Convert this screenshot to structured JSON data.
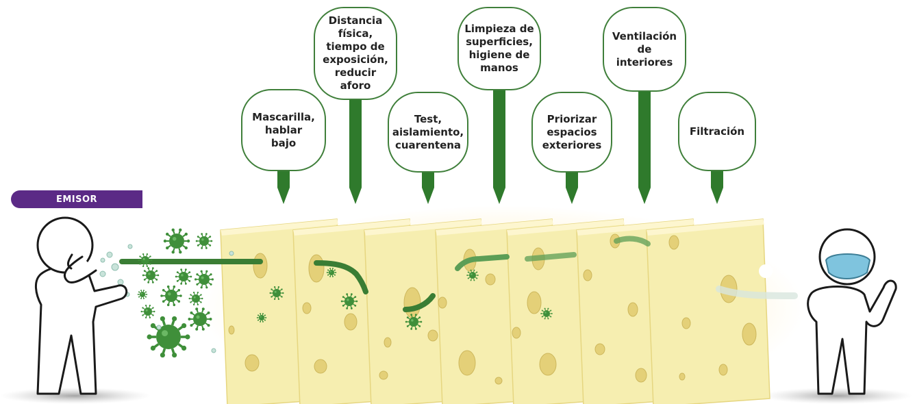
{
  "emisor_label": "EMISOR",
  "barriers": [
    {
      "text": "Mascarilla,\nhablar\nbajo"
    },
    {
      "text": "Distancia\nfísica,\ntiempo de\nexposición,\nreducir\naforo"
    },
    {
      "text": "Test,\naislamiento,\ncuarentena"
    },
    {
      "text": "Limpieza de\nsuperficies,\nhigiene de\nmanos"
    },
    {
      "text": "Priorizar\nespacios\nexteriores"
    },
    {
      "text": "Ventilación\nde interiores"
    },
    {
      "text": "Filtración"
    }
  ],
  "colors": {
    "bubble_border": "#3f7f3a",
    "stem": "#2f7a2c",
    "virus": "#3f8f3a",
    "cheese": "#f6eeb0",
    "emisor_badge": "#5b2a86",
    "mask": "#7fc4de"
  }
}
